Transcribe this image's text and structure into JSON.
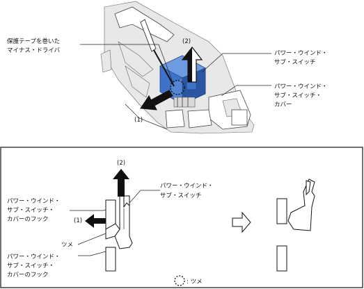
{
  "top_labels": {
    "tool_line1": "保護テープを巻いた",
    "tool_line2": "マイナス・ドライバ",
    "switch_line1": "パワー・ウインド・",
    "switch_line2": "サブ・スイッチ",
    "cover_line1": "パワー・ウインド・",
    "cover_line2": "サブ・スイッチ・",
    "cover_line3": "カバー",
    "step1": "(1)",
    "step2": "(2)"
  },
  "bottom_labels": {
    "step2": "(2)",
    "step1": "(1)",
    "switch_line1": "パワー・ウインド・",
    "switch_line2": "サブ・スイッチ",
    "hook_top_line1": "パワー・ウインド・",
    "hook_top_line2": "サブ・スイッチ・",
    "hook_top_line3": "カバーのフック",
    "claw": "ツメ",
    "hook_bot_line1": "パワー・ウインド・",
    "hook_bot_line2": "サブ・スイッチ・",
    "hook_bot_line3": "カバーのフック",
    "legend": ": ツメ"
  },
  "colors": {
    "switch_blue": "#3f73c9",
    "switch_blue_dark": "#2a55a0",
    "arrow": "#111111"
  },
  "icons": [
    "screwdriver-icon",
    "arrow-up-icon",
    "arrow-left-icon",
    "hollow-right-arrow-icon",
    "dashed-circle-icon"
  ]
}
